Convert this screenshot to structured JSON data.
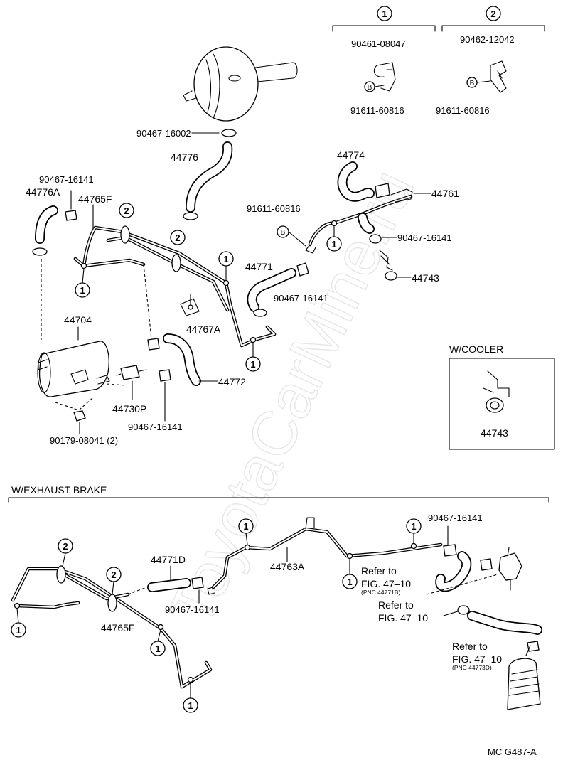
{
  "watermark": "ToyotaCarMine.ru",
  "figure_code": "MC G487-A",
  "sections": {
    "cooler": "W/COOLER",
    "exhaust_brake": "W/EXHAUST BRAKE"
  },
  "legend": {
    "k1": {
      "marker": "1",
      "part": "90461-08047",
      "bolt": "B",
      "bolt_part": "91611-60816"
    },
    "k2": {
      "marker": "2",
      "part": "90462-12042",
      "bolt": "B",
      "bolt_part": "91611-60816"
    }
  },
  "markers": {
    "one": "1",
    "two": "2",
    "bolt": "B"
  },
  "labels": {
    "p90467_16002": "90467-16002",
    "p44776": "44776",
    "p90467_16141_a": "90467-16141",
    "p44776A": "44776A",
    "p44765F_a": "44765F",
    "p44774": "44774",
    "p44761": "44761",
    "p91611_60816": "91611-60816",
    "p90467_16141_b": "90467-16141",
    "p44771": "44771",
    "p44743_a": "44743",
    "p90467_16141_c": "90467-16141",
    "p44767A": "44767A",
    "p44704": "44704",
    "p44772": "44772",
    "p44730P": "44730P",
    "p90467_16141_d": "90467-16141",
    "p90179_08041": "90179-08041 (2)",
    "p44743_b": "44743",
    "p44771D": "44771D",
    "p90467_16141_e": "90467-16141",
    "p44763A": "44763A",
    "p90467_16141_f": "90467-16141",
    "p44765F_b": "44765F"
  },
  "references": {
    "r1_a": "Refer to",
    "r1_b": "FIG. 47–10",
    "r1_c": "(PNC 44771B)",
    "r2_a": "Refer to",
    "r2_b": "FIG. 47–10",
    "r3_a": "Refer to",
    "r3_b": "FIG. 47–10",
    "r3_c": "(PNC 44773D)"
  }
}
